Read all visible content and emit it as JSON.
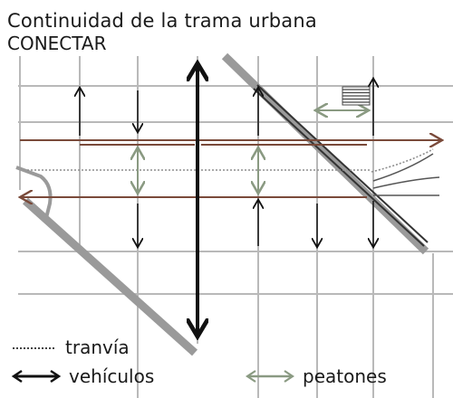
{
  "title": "Continuidad de la trama urbana",
  "subtitle": "CONECTAR",
  "legend": {
    "tram": "tranvía",
    "vehicles": "vehículos",
    "pedestrians": "peatones"
  },
  "colors": {
    "grid": "#b9b9b9",
    "diagonal": "#9a9a9a",
    "road_line": "#7a4a3a",
    "vehicle_arrow": "#111111",
    "pedestrian_arrow": "#8a9a82"
  },
  "icons": [
    "bidirectional-arrow-icon",
    "dotted-line-icon",
    "crosswalk-icon"
  ]
}
